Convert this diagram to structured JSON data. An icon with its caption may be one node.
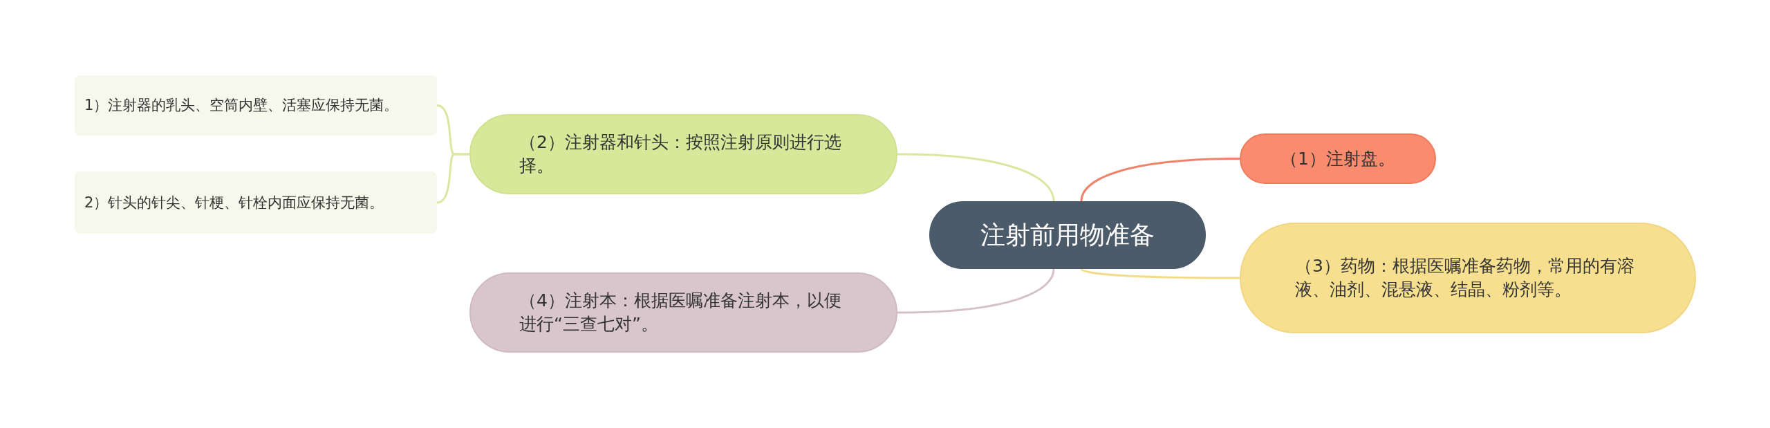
{
  "diagram": {
    "nodes": [
      {
        "text": [
          "注射前用物准备"
        ]
      },
      {
        "text": [
          "（1）注射盘。"
        ]
      },
      {
        "text": [
          "（2）注射器和针头：按照注射原则进行选择。"
        ]
      },
      {
        "text": [
          "（3）药物：根据医嘱准备药物，常用的有溶液、油剂、混悬液、结晶、粉剂等。"
        ]
      },
      {
        "text": [
          "（4）注射本：根据医嘱准备注射本，以便进行“三查七对”。"
        ]
      },
      {
        "text": [
          "1）注射器的乳头、空筒内壁、活塞应保持无菌。"
        ]
      },
      {
        "text": [
          "2）针头的针尖、针梗、针栓内面应保持无菌。"
        ]
      }
    ],
    "edges": [
      {
        "from": 0,
        "to": 1,
        "arrow": "none",
        "color": "#f0826a"
      },
      {
        "from": 0,
        "to": 2,
        "arrow": "none"
      },
      {
        "from": 0,
        "to": 3,
        "arrow": "none",
        "color": "#f3dc88"
      },
      {
        "from": 0,
        "to": 4,
        "arrow": "none",
        "color": "#d5c1ca"
      },
      {
        "from": 2,
        "to": 5,
        "arrow": "none"
      },
      {
        "from": 2,
        "to": 6,
        "arrow": "none"
      }
    ]
  }
}
